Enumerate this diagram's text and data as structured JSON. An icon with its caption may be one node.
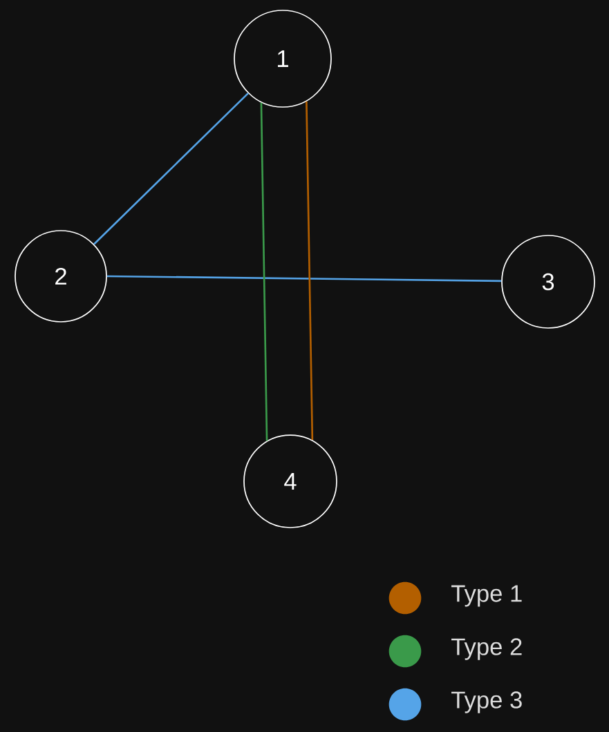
{
  "diagram": {
    "nodes": [
      {
        "text": [
          "1"
        ]
      },
      {
        "text": [
          "2"
        ]
      },
      {
        "text": [
          "3"
        ]
      },
      {
        "text": [
          "4"
        ]
      }
    ],
    "edges": [
      {
        "from": 0,
        "to": 1,
        "arrow": "none",
        "color": "#55a4e8"
      },
      {
        "from": 1,
        "to": 2,
        "arrow": "none",
        "color": "#55a4e8"
      },
      {
        "from": 0,
        "to": 3,
        "arrow": "none",
        "color": "#b35f00"
      },
      {
        "from": 0,
        "to": 3,
        "arrow": "none",
        "color": "#3a9a4a"
      }
    ],
    "legend": [
      {
        "text": "Type 1",
        "color": "#b35f00"
      },
      {
        "text": "Type 2",
        "color": "#3a9a4a"
      },
      {
        "text": "Type 3",
        "color": "#55a4e8"
      }
    ]
  }
}
